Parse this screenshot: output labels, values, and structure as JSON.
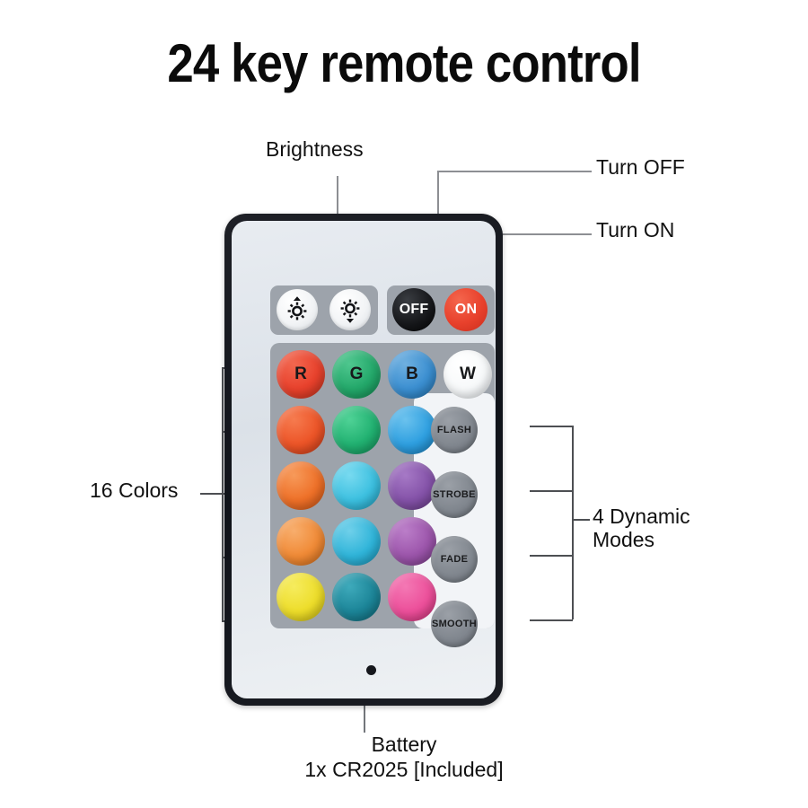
{
  "page": {
    "title": "24 key remote control",
    "background_color": "#ffffff"
  },
  "callouts": {
    "brightness": "Brightness",
    "turn_off": "Turn OFF",
    "turn_on": "Turn ON",
    "sixteen_colors": "16 Colors",
    "dynamic_modes": "4 Dynamic\nModes",
    "battery": "Battery\n1x CR2025 [Included]"
  },
  "remote": {
    "body_color": "#14161c",
    "face_color": "#e4e9ef",
    "pad_color": "#9da3ab",
    "mode_pad_color": "#f2f4f7",
    "brightness_keys": [
      {
        "name": "brightness-up",
        "icon": "sun-up-icon",
        "color": "#f5f7f9"
      },
      {
        "name": "brightness-down",
        "icon": "sun-down-icon",
        "color": "#f5f7f9"
      }
    ],
    "power_keys": [
      {
        "label": "OFF",
        "color": "#000000",
        "text_color": "#ffffff"
      },
      {
        "label": "ON",
        "color": "#e8412c",
        "text_color": "#ffffff"
      }
    ],
    "color_grid": {
      "rows": 5,
      "columns": 4,
      "cells": [
        {
          "label": "R",
          "color": "#e8412c"
        },
        {
          "label": "G",
          "color": "#23a86a"
        },
        {
          "label": "B",
          "color": "#3b8fd1"
        },
        {
          "label": "W",
          "color": "#fbfcfd"
        },
        {
          "label": "",
          "color": "#ec5427"
        },
        {
          "label": "",
          "color": "#21b171"
        },
        {
          "label": "",
          "color": "#2e9fe0"
        },
        {
          "label": "",
          "color": ""
        },
        {
          "label": "",
          "color": "#ee7028"
        },
        {
          "label": "",
          "color": "#3cc0e0"
        },
        {
          "label": "",
          "color": "#8452a8"
        },
        {
          "label": "",
          "color": ""
        },
        {
          "label": "",
          "color": "#f08a36"
        },
        {
          "label": "",
          "color": "#2fb4d9"
        },
        {
          "label": "",
          "color": "#9c55ab"
        },
        {
          "label": "",
          "color": ""
        },
        {
          "label": "",
          "color": "#eddd2a"
        },
        {
          "label": "",
          "color": "#1c8598"
        },
        {
          "label": "",
          "color": "#ec4f9a"
        },
        {
          "label": "",
          "color": ""
        }
      ]
    },
    "mode_keys": [
      {
        "label": "FLASH",
        "color": "#7f858d"
      },
      {
        "label": "STROBE",
        "color": "#7f858d"
      },
      {
        "label": "FADE",
        "color": "#7f858d"
      },
      {
        "label": "SMOOTH",
        "color": "#7f858d"
      }
    ],
    "battery_marker": {
      "name": "battery-dot",
      "color": "#15171c"
    }
  }
}
